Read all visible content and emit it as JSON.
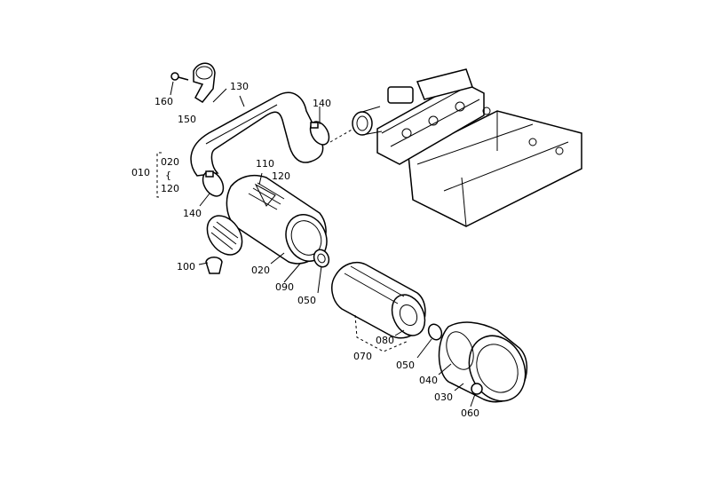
{
  "diagram": {
    "labels": {
      "p010": "010",
      "p020_bracket": "020",
      "tilde": "{",
      "p120_bracket": "120",
      "p020": "020",
      "p030": "030",
      "p040": "040",
      "p050a": "050",
      "p050b": "050",
      "p060": "060",
      "p070": "070",
      "p080": "080",
      "p090": "090",
      "p100": "100",
      "p110": "110",
      "p120": "120",
      "p130": "130",
      "p140a": "140",
      "p140b": "140",
      "p150": "150",
      "p160": "160"
    }
  }
}
